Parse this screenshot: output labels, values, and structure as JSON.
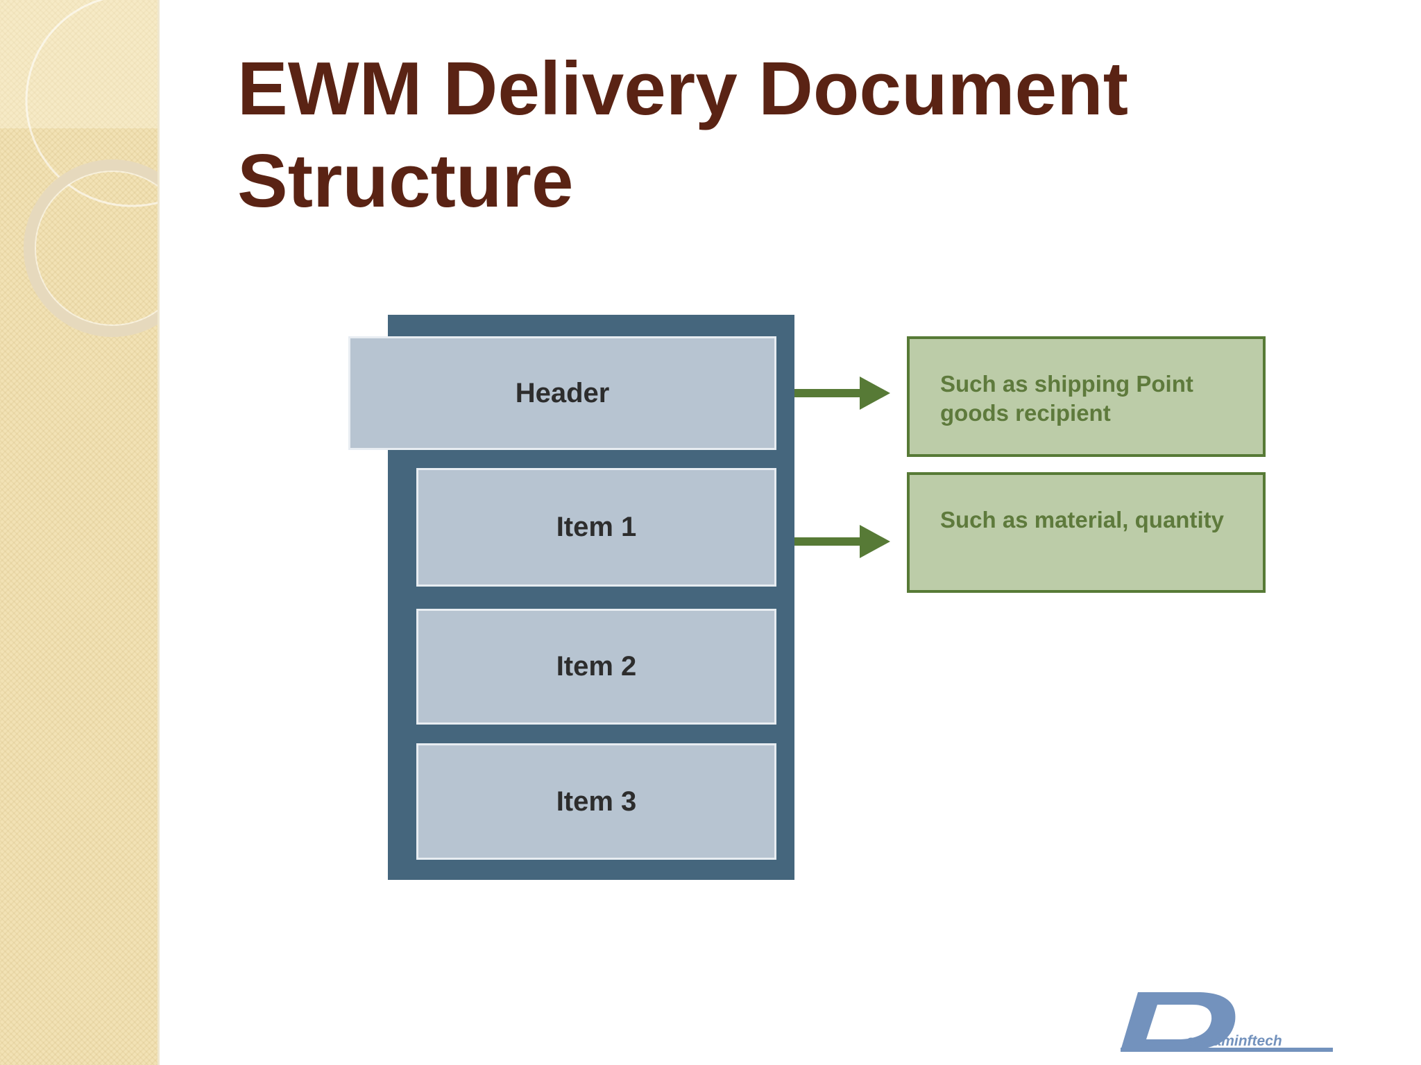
{
  "slide": {
    "title": "EWM Delivery Document Structure"
  },
  "diagram": {
    "header_label": "Header",
    "items": [
      "Item 1",
      "Item 2",
      "Item 3"
    ],
    "notes": [
      "Such as shipping Point goods recipient",
      "Such as material, quantity"
    ],
    "colors": {
      "frame": "#45667d",
      "box_fill": "#b7c4d1",
      "note_fill": "#bccca8",
      "note_border": "#577a36",
      "arrow": "#577a36",
      "title": "#5a2314"
    }
  },
  "logo": {
    "letter": "D",
    "text": "aniraminftech"
  }
}
